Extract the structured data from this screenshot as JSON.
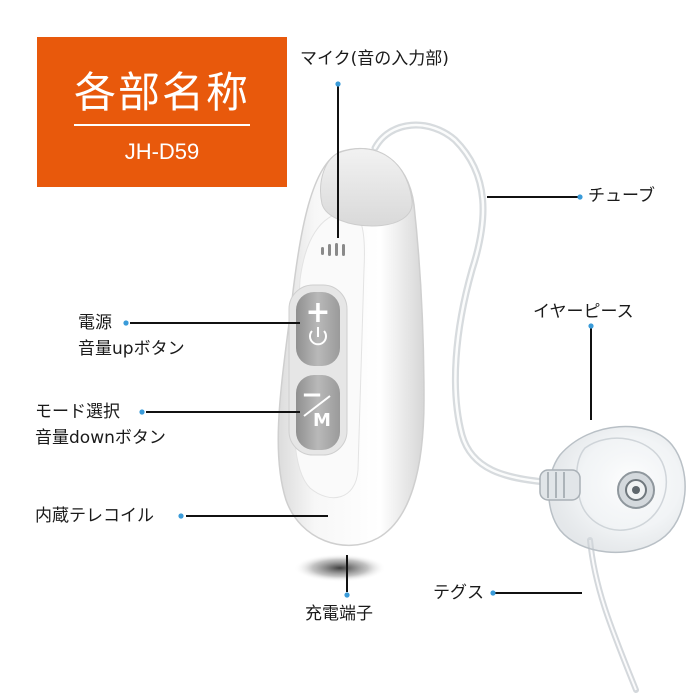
{
  "badge": {
    "title": "各部名称",
    "model": "JH-D59"
  },
  "labels": {
    "microphone": "マイク(音の入力部)",
    "tube": "チューブ",
    "earpiece": "イヤーピース",
    "power_line1": "電源",
    "power_line2": "音量upボタン",
    "mode_line1": "モード選択",
    "mode_line2": "音量downボタン",
    "telecoil": "内蔵テレコイル",
    "charging_terminal": "充電端子",
    "tegusu": "テグス"
  },
  "buttons": {
    "plus": "+",
    "minus": "−",
    "mode": "M"
  },
  "colors": {
    "badge": "#e8590c",
    "leader_dot": "#3a9bd9",
    "device_button": "#a9a9a9"
  }
}
